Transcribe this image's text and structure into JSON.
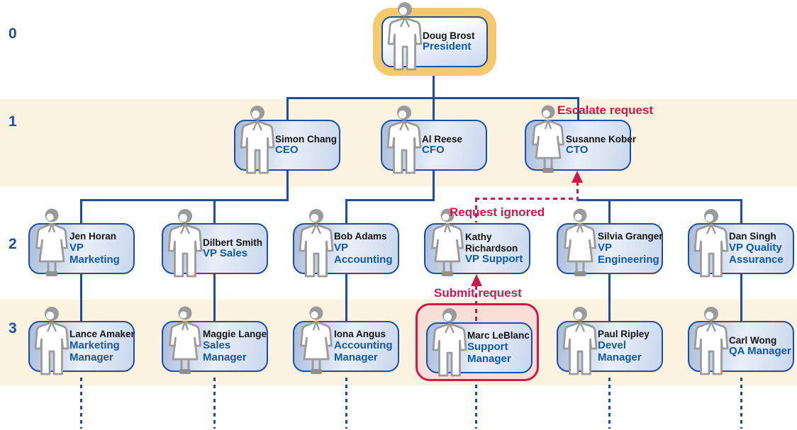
{
  "diagram": {
    "type": "org-chart",
    "levels": [
      {
        "label": "0"
      },
      {
        "label": "1"
      },
      {
        "label": "2"
      },
      {
        "label": "3"
      }
    ],
    "annotations": {
      "escalate": "Escalate request",
      "ignored": "Request ignored",
      "submit": "Submit request"
    },
    "nodes": {
      "president": {
        "name": "Doug Brost",
        "title": "President",
        "icon": "male-person-icon",
        "level": 0,
        "highlight": "orange"
      },
      "ceo": {
        "name": "Simon Chang",
        "title": "CEO",
        "icon": "male-person-icon",
        "level": 1
      },
      "cfo": {
        "name": "Al Reese",
        "title": "CFO",
        "icon": "male-person-icon",
        "level": 1
      },
      "cto": {
        "name": "Susanne Kober",
        "title": "CTO",
        "icon": "female-person-icon",
        "level": 1
      },
      "vp_marketing": {
        "name": "Jen Horan",
        "title": "VP\nMarketing",
        "icon": "female-person-icon",
        "level": 2
      },
      "vp_sales": {
        "name": "Dilbert Smith",
        "title": "VP Sales",
        "icon": "male-person-icon",
        "level": 2
      },
      "vp_accounting": {
        "name": "Bob Adams",
        "title": "VP\nAccounting",
        "icon": "male-person-icon",
        "level": 2
      },
      "vp_support": {
        "name": "Kathy\nRichardson",
        "title": "VP Support",
        "icon": "female-person-icon",
        "level": 2
      },
      "vp_engineering": {
        "name": "Silvia Granger",
        "title": "VP\nEngineering",
        "icon": "female-person-icon",
        "level": 2
      },
      "vp_qa": {
        "name": "Dan Singh",
        "title": "VP Quality\nAssurance",
        "icon": "male-person-icon",
        "level": 2
      },
      "marketing_mgr": {
        "name": "Lance Amaker",
        "title": "Marketing\nManager",
        "icon": "male-person-icon",
        "level": 3
      },
      "sales_mgr": {
        "name": "Maggie Lange",
        "title": "Sales\nManager",
        "icon": "female-person-icon",
        "level": 3
      },
      "accounting_mgr": {
        "name": "Iona Angus",
        "title": "Accounting\nManager",
        "icon": "female-person-icon",
        "level": 3
      },
      "support_mgr": {
        "name": "Marc LeBlanc",
        "title": "Support\nManager",
        "icon": "male-person-icon",
        "level": 3,
        "highlight": "red"
      },
      "devel_mgr": {
        "name": "Paul Ripley",
        "title": "Devel\nManager",
        "icon": "male-person-icon",
        "level": 3
      },
      "qa_mgr": {
        "name": "Carl Wong",
        "title": "QA Manager",
        "icon": "male-person-icon",
        "level": 3
      }
    },
    "colors": {
      "line_blue": "#1c4f9f",
      "title_blue": "#0e5aa8",
      "band_cream": "#fbf3e0",
      "highlight_orange": "#f6c96f",
      "highlight_red_border": "#d4174a",
      "highlight_red_fill": "#f7ded7",
      "annotation_red": "#d4174a",
      "icon_gray": "#9b9b9b"
    }
  }
}
